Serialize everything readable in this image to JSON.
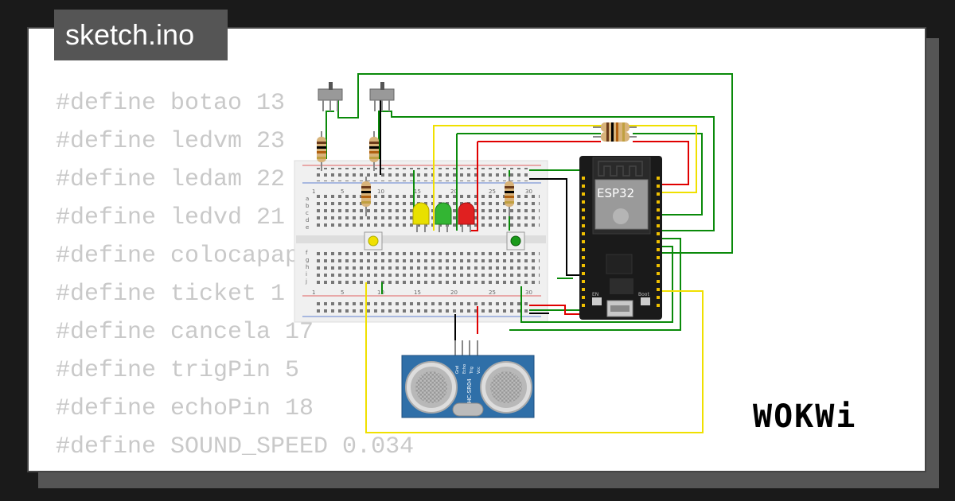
{
  "file_tab": {
    "label": "sketch.ino"
  },
  "code_lines": [
    "#define botao 13",
    "#define ledvm 23",
    "#define ledam 22",
    "#define ledvd 21",
    "#define colocapapel",
    "#define ticket 1",
    "#define cancela 17",
    "#define trigPin 5",
    "#define echoPin 18",
    "#define SOUND_SPEED 0.034"
  ],
  "diagram": {
    "mcu_label": "ESP32",
    "sensor_label": "HC-SR04",
    "sensor_pins": [
      "Vcc",
      "Trig",
      "Echo",
      "Gnd"
    ],
    "breadboard_numbers": [
      "1",
      "5",
      "10",
      "15",
      "20",
      "25",
      "30"
    ],
    "breadboard_rows_top": [
      "a",
      "b",
      "c",
      "d",
      "e"
    ],
    "breadboard_rows_bottom": [
      "f",
      "g",
      "h",
      "i",
      "j"
    ],
    "boot_label": "Boot",
    "en_label": "EN"
  },
  "brand": {
    "logo_text": "WOKWi"
  },
  "colors": {
    "wire_green": "#0a8a0a",
    "wire_red": "#e00000",
    "wire_yellow": "#f0e000",
    "wire_black": "#000000",
    "sensor_blue": "#2f6fa8"
  }
}
